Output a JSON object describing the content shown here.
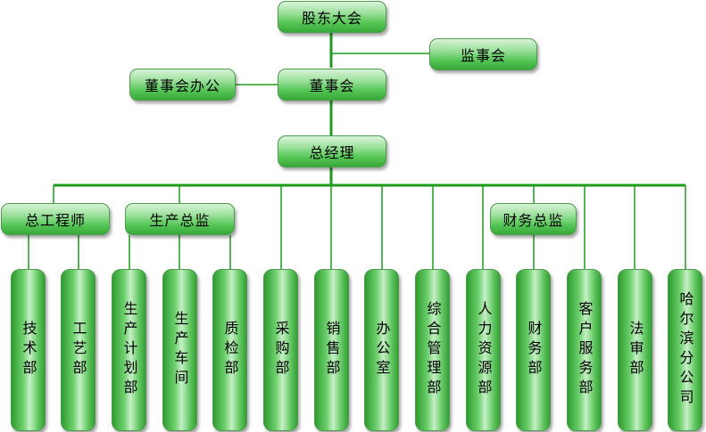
{
  "colors": {
    "line": "#1f9b1f",
    "box_border": "#4f9b4f"
  },
  "nodes": {
    "shareholders": "股东大会",
    "supervisors": "监事会",
    "board_office": "董事会办公",
    "board": "董事会",
    "gm": "总经理",
    "chief_engineer": "总工程师",
    "production_director": "生产总监",
    "finance_director": "财务总监"
  },
  "departments": [
    "技术部",
    "工艺部",
    "生产计划部",
    "生产车间",
    "质检部",
    "采购部",
    "销售部",
    "办公室",
    "综合管理部",
    "人力资源部",
    "财务部",
    "客户服务部",
    "法审部",
    "哈尔滨分公司"
  ]
}
